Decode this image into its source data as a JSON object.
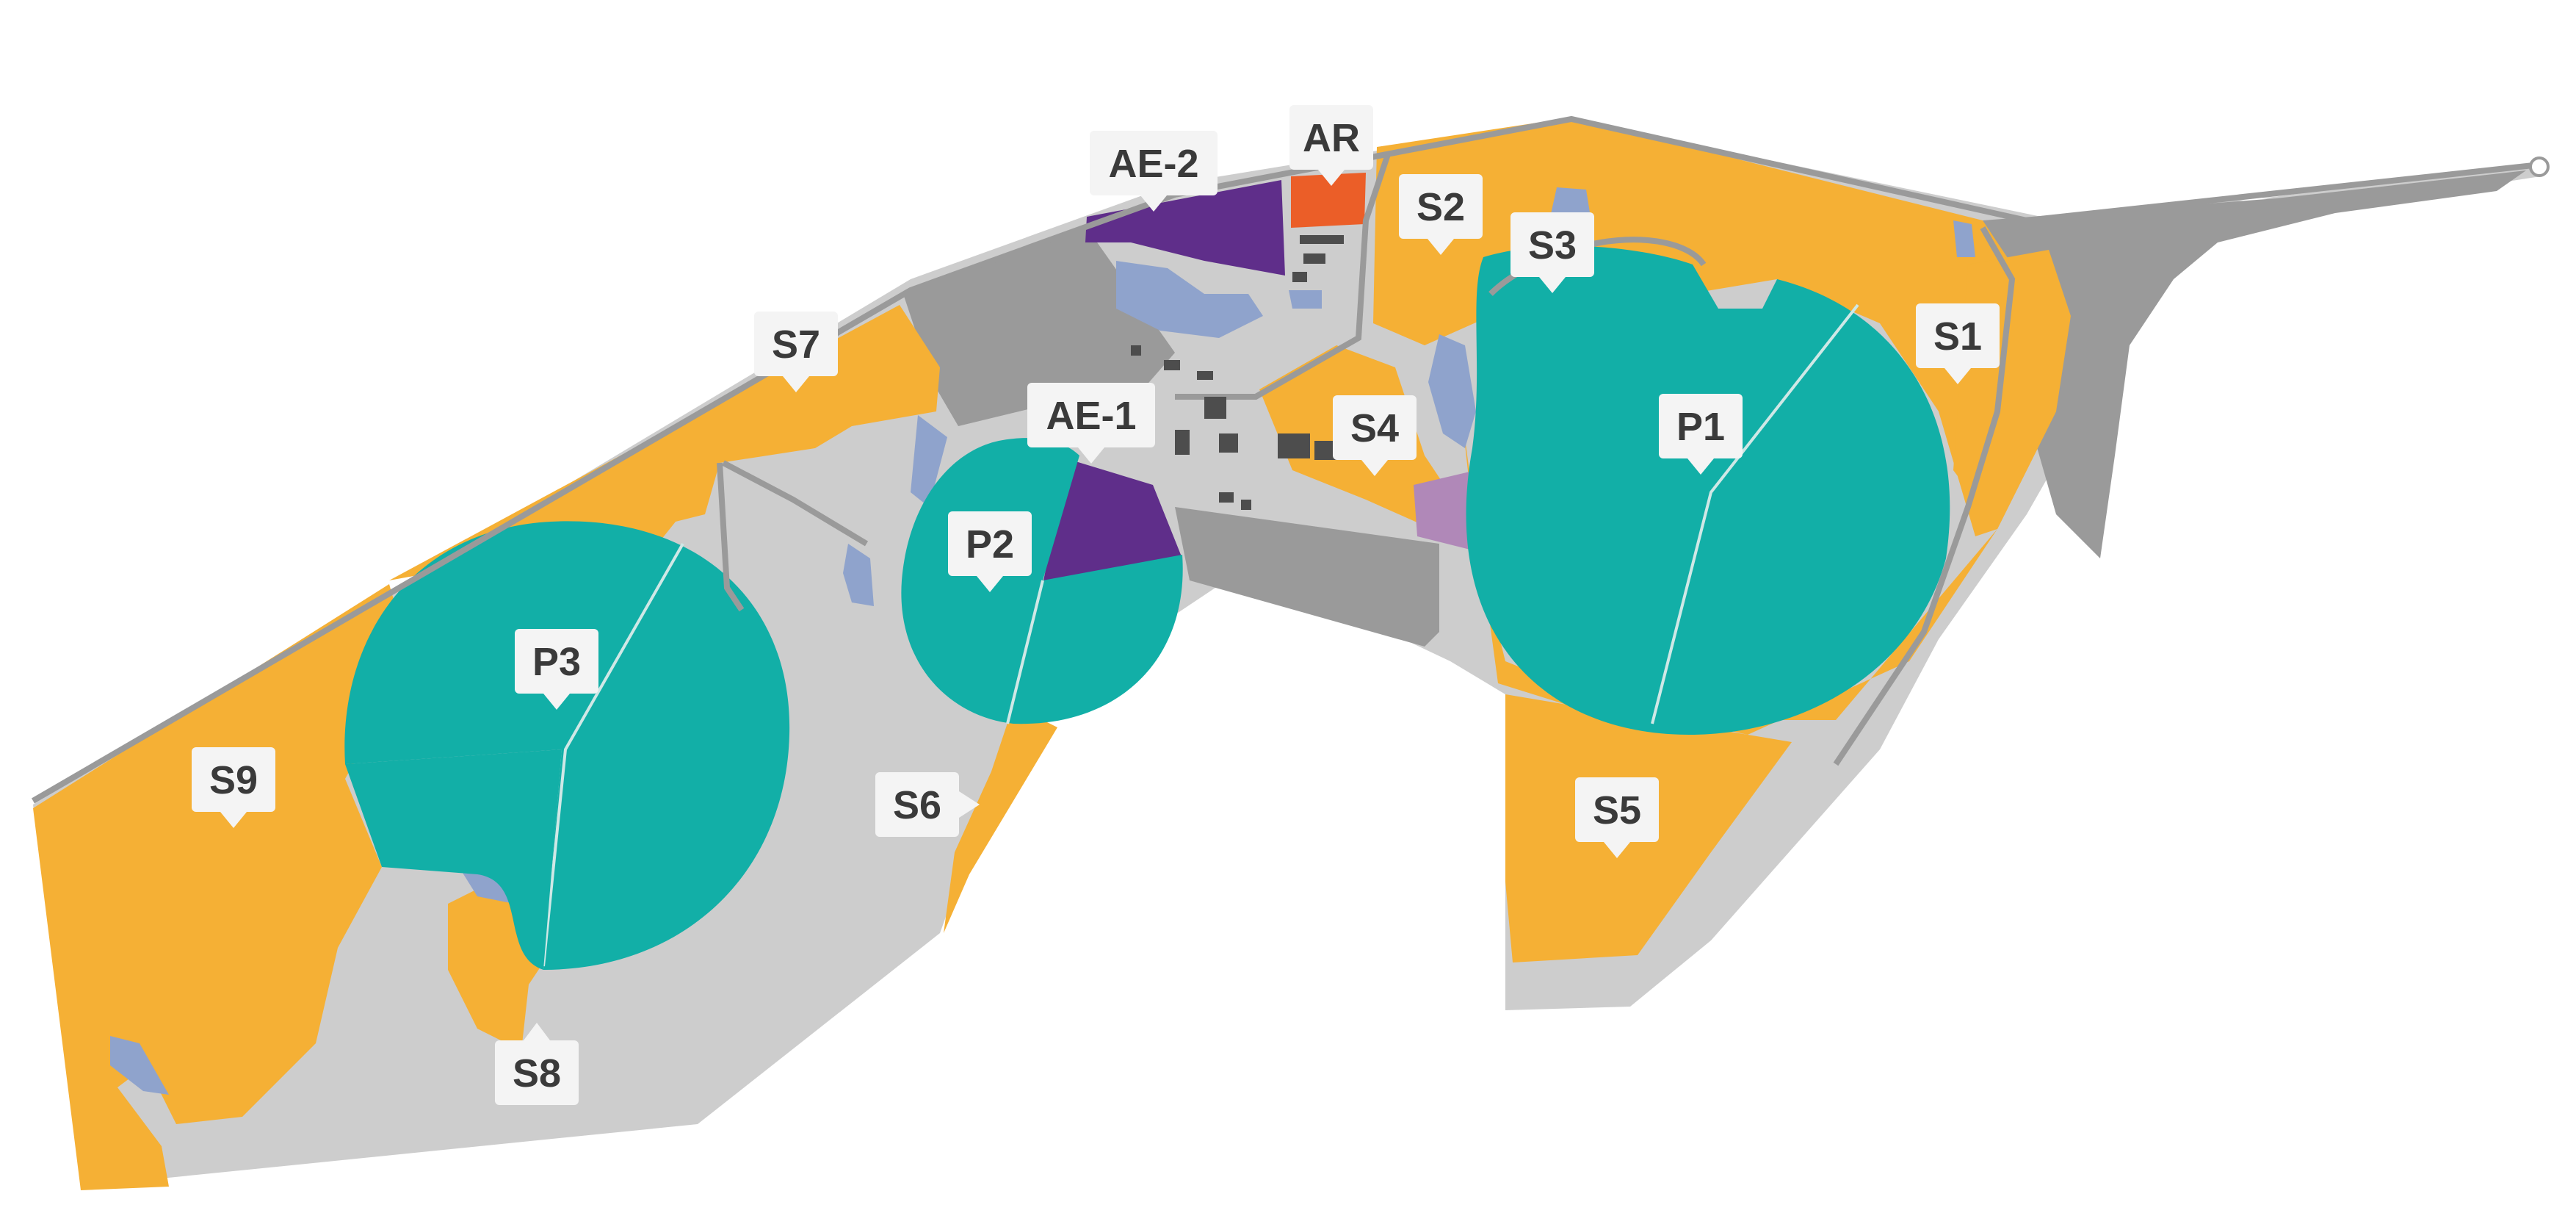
{
  "map": {
    "colors": {
      "background": "#ffffff",
      "grounds": "#cdcdcd",
      "paved": "#9a9a9a",
      "stand": "#f5b035",
      "pond": "#8fa3cc",
      "pivot": "#12afa7",
      "access_zone": "#5f2e8a",
      "access_zone_light": "#b088b8",
      "reception": "#eb5e28",
      "building": "#4d4d4d",
      "label_bg": "#f4f4f4",
      "label_text": "#3a3a3a"
    },
    "labels": {
      "ar": "AR",
      "ae2": "AE-2",
      "ae1": "AE-1",
      "s1": "S1",
      "s2": "S2",
      "s3": "S3",
      "s4": "S4",
      "s5": "S5",
      "s6": "S6",
      "s7": "S7",
      "s8": "S8",
      "s9": "S9",
      "p1": "P1",
      "p2": "P2",
      "p3": "P3"
    }
  }
}
